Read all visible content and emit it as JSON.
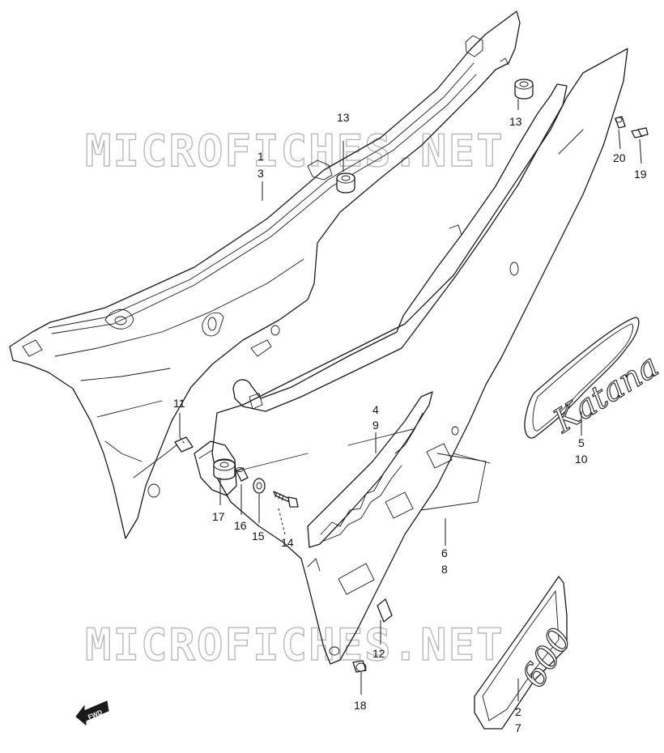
{
  "watermark": "MICROFICHES.NET",
  "fwd_label": "FWD",
  "decal_brand": "Katana",
  "decal_model": "600",
  "callouts": {
    "c1": "1",
    "c3": "3",
    "c13a": "13",
    "c13b": "13",
    "c20": "20",
    "c19": "19",
    "c11": "11",
    "c4": "4",
    "c9": "9",
    "c5": "5",
    "c10": "10",
    "c17": "17",
    "c16": "16",
    "c15": "15",
    "c14": "14",
    "c6": "6",
    "c8": "8",
    "c12": "12",
    "c18": "18",
    "c2": "2",
    "c7": "7"
  },
  "colors": {
    "line": "#1a1a1a",
    "watermark": "#b9b9b9",
    "background": "#ffffff"
  }
}
